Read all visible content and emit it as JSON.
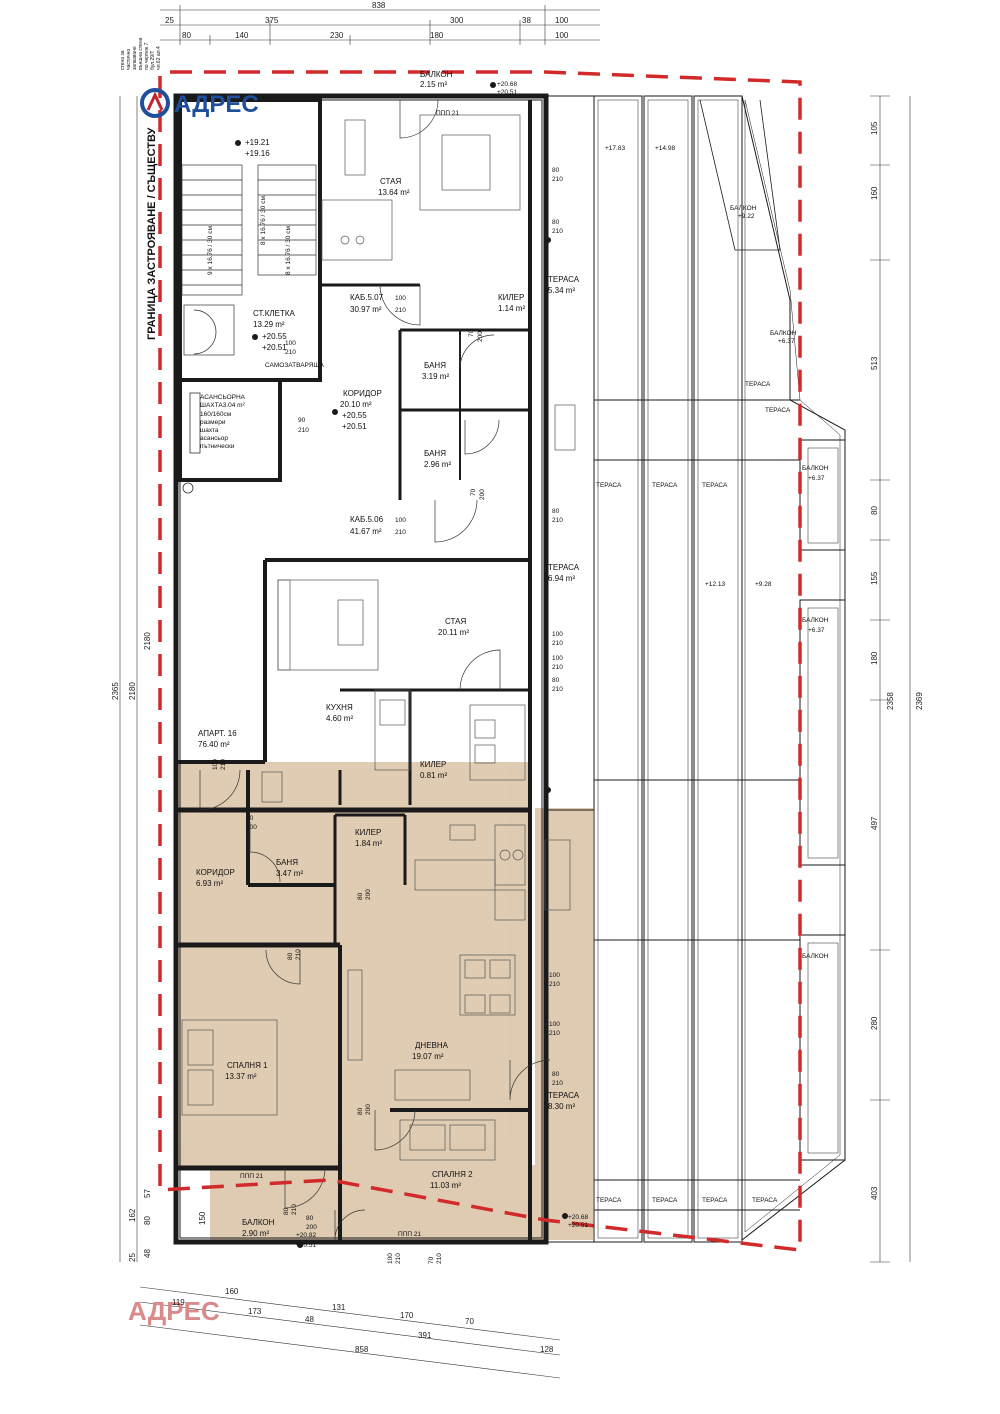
{
  "logo": {
    "text": "АДРЕС",
    "mark_color": "#1f4e9c",
    "accent": "#c0262d"
  },
  "watermark": {
    "text": "АДРЕС",
    "color": "#d98a8a"
  },
  "colors": {
    "highlight": "#d9c3a5",
    "boundary": "#d22a2a",
    "wall": "#1a1a1a"
  },
  "boundary_label": "ГРАНИЦА ЗАСТРОЯВАНЕ / СЪЩЕСТВУ",
  "top_dims": {
    "total": "838",
    "row2": [
      "25",
      "375",
      "300",
      "38",
      "100"
    ],
    "row3": [
      "80",
      "140",
      "230",
      "180",
      "100"
    ]
  },
  "bottom_dims": {
    "row1": [
      "160",
      "131",
      "170",
      "70"
    ],
    "row2": [
      "119",
      "173",
      "48",
      "391",
      "128"
    ],
    "total": "858",
    "door_labels": [
      "100",
      "210",
      "70",
      "210"
    ]
  },
  "left_dims": [
    "2365",
    "2180",
    "2180",
    "162",
    "57",
    "80",
    "25",
    "48",
    "150"
  ],
  "right_dims": [
    "105",
    "160",
    "513",
    "80",
    "155",
    "180",
    "497",
    "280",
    "403",
    "2358",
    "2369"
  ],
  "top_note": [
    "стена за",
    "частично",
    "запазване",
    "външна стена",
    "по чертеж 7",
    "бул.29/Т",
    "чл.62 ал.4"
  ],
  "elevator": {
    "title": "АСАНСЬОРНА",
    "line2": "ШАХТА3.04 m²",
    "line3": "160/160см",
    "line4": "размери",
    "line5": "шахта",
    "line6": "асансьор",
    "line7": "пътнически"
  },
  "stair": {
    "title": "СТ.КЛЕТКА",
    "area": "13.29 m²",
    "lv1": "+20.55",
    "lv2": "+20.51",
    "top1": "+19.21",
    "top2": "+19.16",
    "flight1": "9 x 16.76 / 30 см.",
    "flight2": "8 x 16.76 / 30 см.",
    "flight3": "8 x 16.76 / 30 см.",
    "door1": "100",
    "door2": "210",
    "closer": "САМОЗАТВАРЯЩА"
  },
  "upper_rooms": {
    "balcony_top": {
      "name": "БАЛКОН",
      "area": "2.15 m²",
      "lv1": "+20.68",
      "lv2": "+20.51"
    },
    "room1": {
      "name": "СТАЯ",
      "area": "13.64 m²"
    },
    "cab507": {
      "name": "КАБ.5.07",
      "area": "30.97 m²",
      "d1": "100",
      "d2": "210"
    },
    "storage1": {
      "name": "КИЛЕР",
      "area": "1.14 m²",
      "d1": "70",
      "d2": "200"
    },
    "corridor": {
      "name": "КОРИДОР",
      "area": "20.10 m²",
      "lv1": "+20.55",
      "lv2": "+20.51",
      "d1": "90",
      "d2": "210"
    },
    "bath1": {
      "name": "БАНЯ",
      "area": "3.19 m²"
    },
    "bath2": {
      "name": "БАНЯ",
      "area": "2.96 m²",
      "d1": "70",
      "d2": "200"
    },
    "cab506": {
      "name": "КАБ.5.06",
      "area": "41.67 m²",
      "d1": "100",
      "d2": "210"
    },
    "room2": {
      "name": "СТАЯ",
      "area": "20.11 m²"
    },
    "kitchen": {
      "name": "КУХНЯ",
      "area": "4.60 m²"
    },
    "storage2": {
      "name": "КИЛЕР",
      "area": "0.81 m²"
    }
  },
  "apartment": {
    "label": "АПАРТ. 16",
    "area": "76.40 m²",
    "entry_d1": "100",
    "entry_d2": "210",
    "corridor": {
      "name": "КОРИДОР",
      "area": "6.93 m²",
      "d1": "70",
      "d2": "200"
    },
    "bath": {
      "name": "БАНЯ",
      "area": "3.47 m²"
    },
    "storage": {
      "name": "КИЛЕР",
      "area": "1.84 m²",
      "d1": "80",
      "d2": "200"
    },
    "living": {
      "name": "ДНЕВНА",
      "area": "19.07 m²",
      "d1": "80",
      "d2": "200"
    },
    "bed1": {
      "name": "СПАЛНЯ 1",
      "area": "13.37 m²",
      "d1": "80",
      "d2": "210"
    },
    "bed2": {
      "name": "СПАЛНЯ 2",
      "area": "11.03 m²",
      "d1": "80",
      "d2": "200"
    },
    "balcony": {
      "name": "БАЛКОН",
      "area": "2.90 m²",
      "lv1": "+20.82",
      "lv2": "+20.51",
      "d1": "80",
      "d2": "210"
    },
    "terrace": {
      "name": "ТЕРАСА",
      "area": "8.30 m²",
      "lv1": "+20.68",
      "lv2": "+20.51",
      "d1": "100",
      "d2": "210",
      "d3": "100",
      "d4": "210"
    }
  },
  "terraces": [
    {
      "name": "ТЕРАСА",
      "area": "5.34 m²"
    },
    {
      "name": "ТЕРАСА",
      "area": "6.94 m²"
    }
  ],
  "window_labels": [
    "ППП 21",
    "ППП 21",
    "ППП 21"
  ],
  "opening_labels": [
    [
      "80",
      "210"
    ],
    [
      "80",
      "210"
    ],
    [
      "100",
      "210"
    ],
    [
      "100",
      "210"
    ],
    [
      "80",
      "210"
    ],
    [
      "80",
      "210"
    ],
    [
      "80",
      "210"
    ]
  ],
  "neighbor": {
    "terrace_label": "ТЕРАСА",
    "balcony_label": "БАЛКОН",
    "levels": [
      "+17.83",
      "+14.98",
      "+12.13",
      "+9.28",
      "+9.22",
      "+6.37",
      "+6.37",
      "+6.37"
    ]
  }
}
